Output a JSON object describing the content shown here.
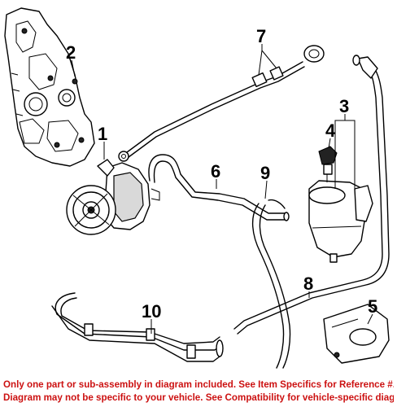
{
  "callouts": [
    {
      "id": "1",
      "label": "1"
    },
    {
      "id": "2",
      "label": "2"
    },
    {
      "id": "3",
      "label": "3"
    },
    {
      "id": "4",
      "label": "4"
    },
    {
      "id": "5",
      "label": "5"
    },
    {
      "id": "6",
      "label": "6"
    },
    {
      "id": "7",
      "label": "7"
    },
    {
      "id": "8",
      "label": "8"
    },
    {
      "id": "9",
      "label": "9"
    },
    {
      "id": "10",
      "label": "10"
    }
  ],
  "footer": {
    "line1": "Only one part or sub-assembly in diagram included. See Item Specifics for Reference #.",
    "line2": "Diagram may not be specific to your vehicle. See Compatibility for vehicle-specific diagrams."
  }
}
